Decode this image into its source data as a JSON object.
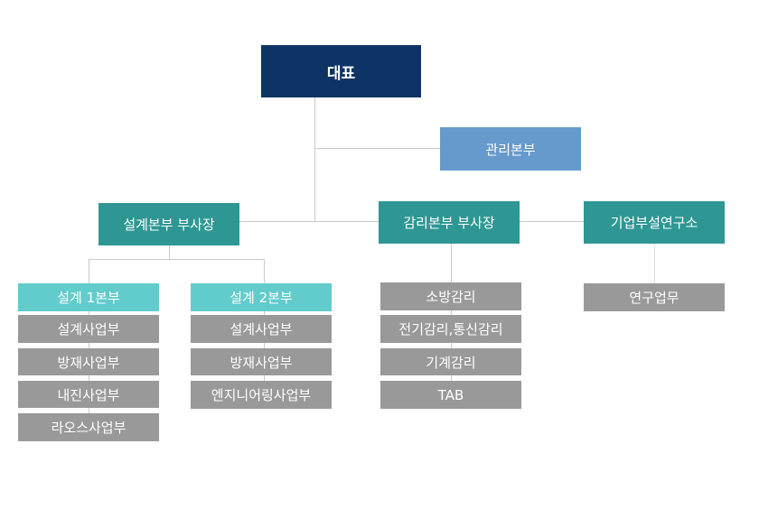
{
  "ceo": "대표",
  "management": "관리본부",
  "design_vp": "설계본부 부사장",
  "supervision_vp": "감리본부 부사장",
  "research_institute": "기업부설연구소",
  "design_div1": {
    "title": "설계 1본부",
    "teams": [
      "설계사업부",
      "방재사업부",
      "내진사업부",
      "라오스사업부"
    ]
  },
  "design_div2": {
    "title": "설계 2본부",
    "teams": [
      "설계사업부",
      "방재사업부",
      "엔지니어링사업부"
    ]
  },
  "supervision_teams": [
    "소방감리",
    "전기감리,통신감리",
    "기계감리",
    "TAB"
  ],
  "research_teams": [
    "연구업무"
  ]
}
